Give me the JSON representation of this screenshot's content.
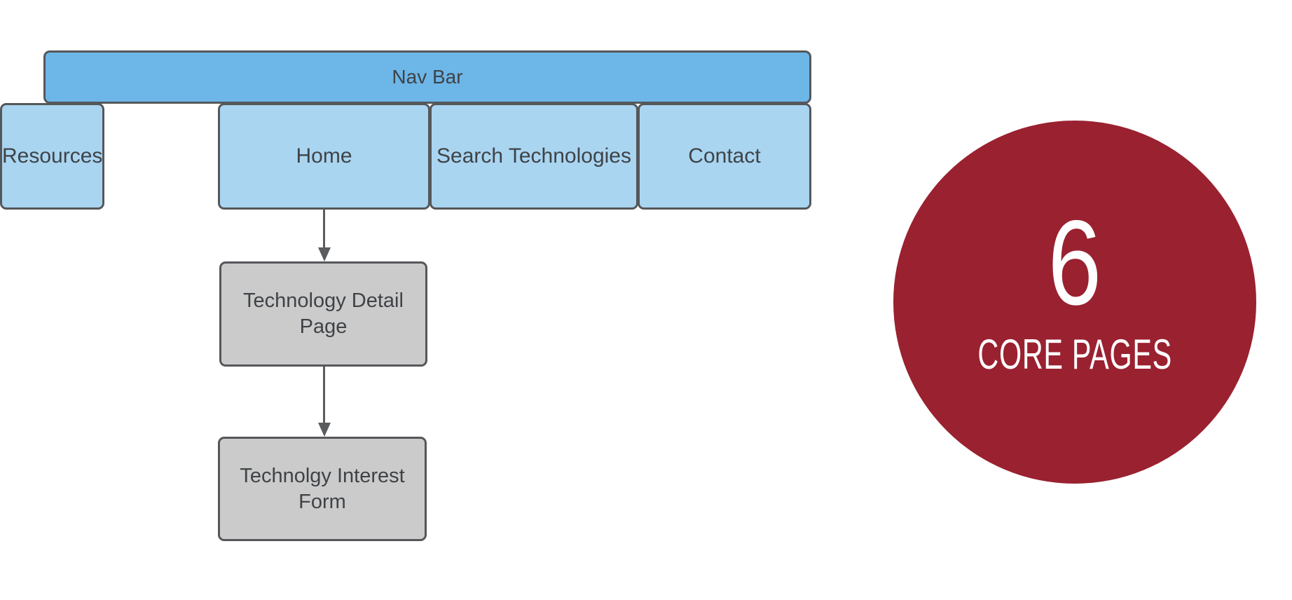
{
  "diagram": {
    "nav_bar_label": "Nav Bar",
    "nav_items": [
      "Home",
      "Search Technologies",
      "Contact",
      "Resources"
    ],
    "flow_pages": [
      "Technology Detail Page",
      "Technolgy Interest Form"
    ]
  },
  "badge": {
    "number": "6",
    "label": "CORE PAGES"
  },
  "colors": {
    "nav_bar_fill": "#6DB6E8",
    "nav_item_fill": "#A9D5F1",
    "page_box_fill": "#CBCBCB",
    "outline": "#55575A",
    "arrow": "#5A5C5E",
    "label_text": "#3F4347",
    "badge_fill": "#9A2130",
    "badge_text": "#FFFFFF"
  }
}
